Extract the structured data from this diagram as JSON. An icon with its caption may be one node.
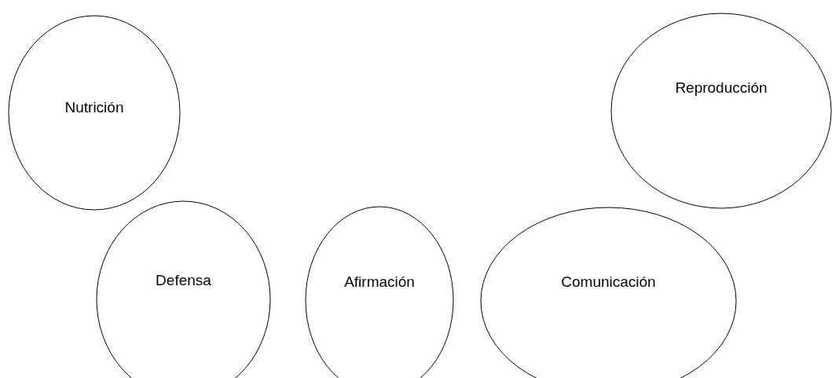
{
  "diagram": {
    "nodes": [
      {
        "text": [
          "Nutrición"
        ]
      },
      {
        "text": [
          "Reproducción"
        ]
      },
      {
        "text": [
          "Defensa"
        ]
      },
      {
        "text": [
          "Afirmación"
        ]
      },
      {
        "text": [
          "Comunicación"
        ]
      }
    ]
  }
}
